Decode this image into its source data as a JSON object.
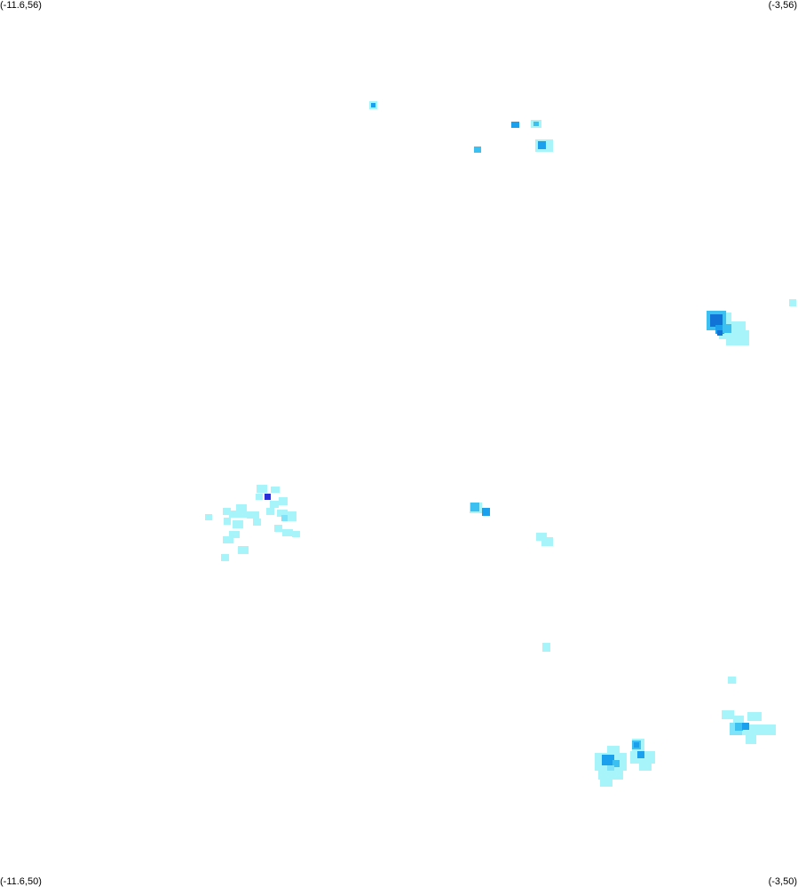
{
  "corners": {
    "top_left": "(-11.6,56)",
    "top_right": "(-3,56)",
    "bottom_left": "(-11.6,50)",
    "bottom_right": "(-3,50)"
  },
  "colors": {
    "background": "#ffffff",
    "light": "#a8f4fb",
    "light_mid": "#7fe3fa",
    "medium": "#3cc0f2",
    "strong": "#1aa0ec",
    "dark": "#1273d6",
    "darkest": "#2a2fd6"
  }
}
